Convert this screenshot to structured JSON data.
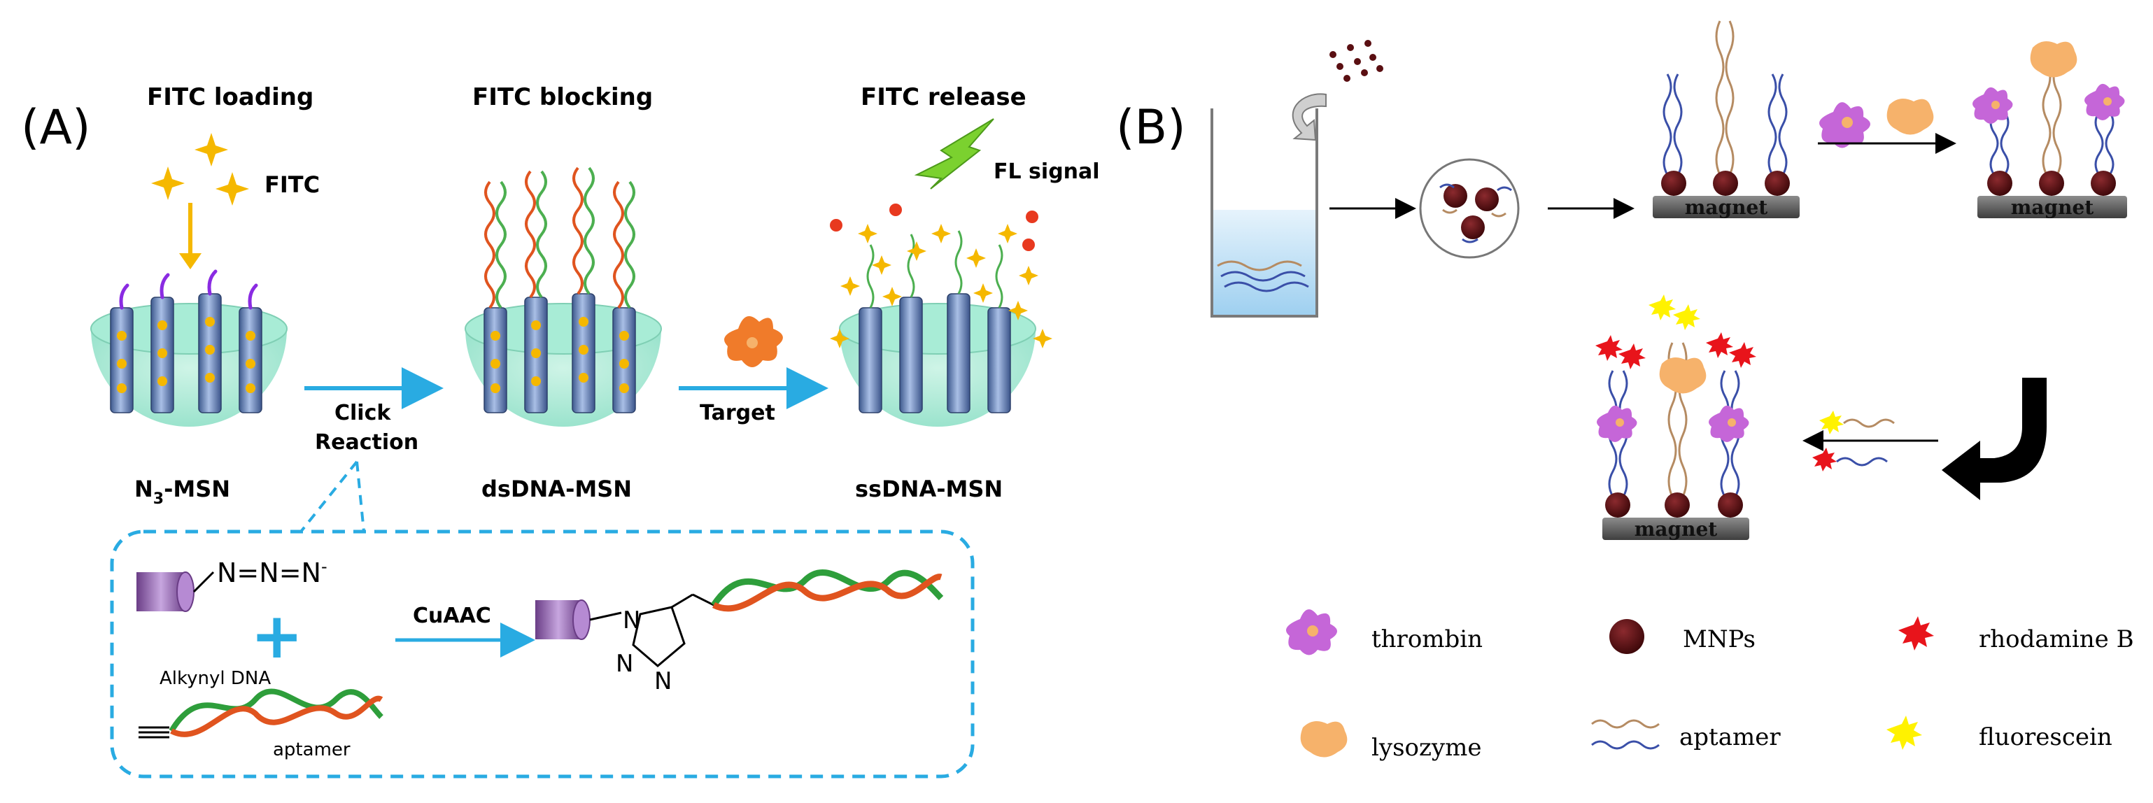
{
  "panel_a": {
    "label": "(A)",
    "step_titles": {
      "loading": "FITC loading",
      "blocking": "FITC blocking",
      "release": "FITC release"
    },
    "fitc_label": "FITC",
    "signal_label": "FL signal",
    "click_label_1": "Click",
    "click_label_2": "Reaction",
    "target_label": "Target",
    "particles": {
      "n3_prefix": "N",
      "n3_subscript": "3",
      "n3_suffix": "-MSN",
      "ds": "dsDNA-MSN",
      "ss": "ssDNA-MSN"
    },
    "inset": {
      "azide": "N=N=N",
      "azide_charge": "-",
      "plus": "+",
      "alkynyl_dna": "Alkynyl DNA",
      "aptamer": "aptamer",
      "cuaac": "CuAAC",
      "n1": "N",
      "n2": "N",
      "n3": "N"
    }
  },
  "panel_b": {
    "label": "(B)",
    "magnet_label": "magnet",
    "legend": [
      {
        "label": "thrombin"
      },
      {
        "label": "MNPs"
      },
      {
        "label": "rhodamine B"
      },
      {
        "label": "lysozyme"
      },
      {
        "label": "aptamer"
      },
      {
        "label": "fluorescein"
      }
    ]
  },
  "colors": {
    "accent_blue": "#29abe2",
    "fitc_yellow": "#f5b800",
    "mnp": "#5a0f12",
    "thrombin": "#c566d8",
    "lysozyme": "#f6b26b",
    "rhodamine": "#e8141b",
    "fluorescein": "#fff200",
    "aptamer_brown": "#b58b62",
    "aptamer_blue": "#3a4fa8"
  }
}
